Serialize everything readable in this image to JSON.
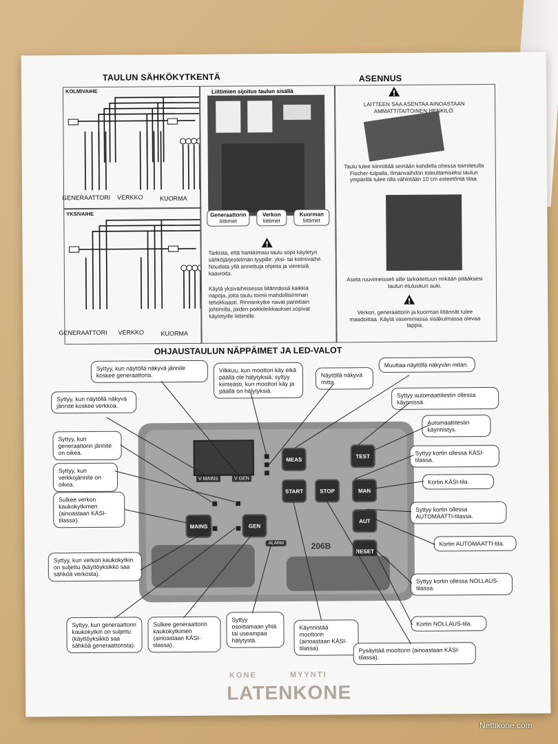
{
  "top_section": {
    "wiring_title": "TAULUN SÄHKÖKYTKENTÄ",
    "install_title": "ASENNUS",
    "three_phase": "KOLMIVAIHE",
    "single_phase": "YKSIVAIHE",
    "generator": "GENERAATTORI",
    "network": "VERKKO",
    "load": "KUORMA",
    "generator2": "GENERAATTORI",
    "network2": "VERKKO",
    "load2": "KUORMA",
    "photo_title": "Liittimien sijoitus taulun sisällä",
    "tag_gen_1": "Generaattorin",
    "tag_gen_2": "liittimet",
    "tag_net_1": "Verkon",
    "tag_net_2": "liittimet",
    "tag_load_1": "Kuorman",
    "tag_load_2": "liittimet",
    "check_text": "Tarkista, että hankkimasi taulu sopii käytetyn sähköjärjestelmän tyypille: yksi- tai kolmivaihe. Noudata yllä annettuja ohjeita ja viereisiä kaavioita.",
    "single_text": "Käytä yksivaiheisessa liitännässä kaikkia napoja, jotta taulu toimii mahdollisimman tehokkaasti. Rinnankytke navat pareittain johtimilla, joiden poikkileikkaukset sopivat käytetyille liittimille.",
    "install_warn": "LAITTEEN SAA ASENTAA AINOASTAAN AMMATTITAITOINEN HENKILÖ.",
    "install_wall": "Taulu tulee kiinnittää seinään kahdella ohessa toimitetulla Fischer-tulpalla. Ilmanvaihdon toteuttamiseksi taulun ympärillä tulee olla vähintään 10 cm esteetöntä tilaa.",
    "install_screws": "Aseta ruuvimeisseli sille tarkoitettuun reikään pitääksesi taulun etuluukun auki.",
    "install_ground": "Verkon, generaattorin ja kuorman liitännät tulee maadoittaa. Käytä vasemmassa sisäkulmassa olevaa tappia."
  },
  "bottom_section": {
    "title": "OHJAUSTAULUN NÄPPÄIMET JA LED-VALOT",
    "callouts": {
      "gen_voltage": "Syttyy, kun näytöllä näkyvä jännite koskee generaattoria.",
      "blink": "Vilkkuu, kun moottori käy eikä päällä ole hälytyksiä; syttyy kiinteästi, kun moottori käy ja päällä on hälytyksiä.",
      "measure": "Näytöllä näkyvä mitta.",
      "change": "Muuttaa näytöllä näkyvän mitan.",
      "net_voltage": "Syttyy, kun näytöllä näkyvä jännite koskee verkkoa.",
      "autotest_on": "Syttyy automaattitestin ollessa käynnissä.",
      "autotest_start": "Automaattitestin käynnistys.",
      "gen_ok": "Syttyy, kun generaattorin jännite on oikea.",
      "manual_on": "Syttyy kortin ollessa KÄSI-tilassa.",
      "net_ok": "Syttyy, kun verkkojännite on oikea.",
      "manual_mode": "Kortin KÄSI-tila.",
      "close_net": "Sulkee verkon kaukokytkimen (ainoastaan KÄSI-tilassa).",
      "auto_on": "Syttyy kortin ollessa AUTOMAATTI-tilassa.",
      "auto_mode": "Kortin AUTOMAATTI-tila.",
      "net_closed": "Syttyy, kun verkon kaukokytkin on suljettu (käyttöyksikkö saa sähköä verkosta).",
      "reset_on": "Syttyy kortin ollessa NOLLAUS-tilassa.",
      "reset_mode": "Kortin NOLLAUS-tila.",
      "gen_closed": "Syttyy, kun generaattorin kaukokytkin on suljettu (käyttöyksikkö saa sähköä generaattorista).",
      "close_gen": "Sulkee generaattorin kaukokytkimen (ainoastaan KÄSI-tilassa).",
      "alarms": "Syttyy osoittamaan yhtä tai useampaa hälytystä.",
      "start": "Käynnistää moottorin (ainoastaan KÄSI-tilassa).",
      "stop": "Pysäyttää moottorin (ainoastaan KÄSI-tilassa)."
    },
    "buttons": {
      "meas": "MEAS",
      "test": "TEST",
      "start": "START",
      "stop": "STOP",
      "man": "MAN",
      "aut": "AUT",
      "reset": "RESET",
      "mains": "MAINS",
      "gen": "GEN",
      "alarm": "ALARM",
      "vmains": "V MAINS",
      "vgen": "V GEN"
    },
    "panel_model": "206B"
  },
  "watermark": {
    "kone": "KONE",
    "myynti": "MYYNTI",
    "brand": "LATENKONE",
    "site": "Nettikone.com"
  }
}
